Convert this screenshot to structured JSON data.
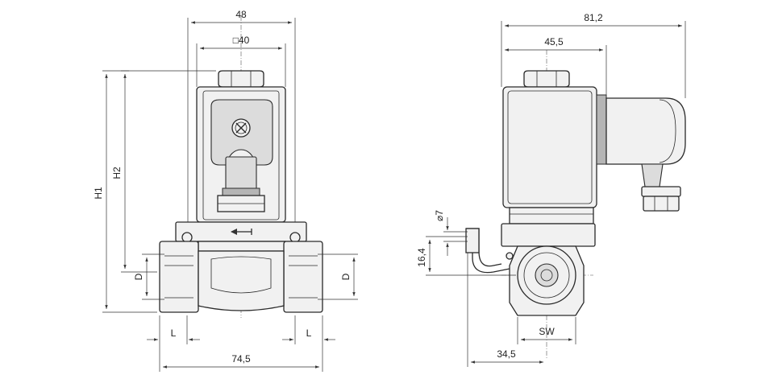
{
  "dimensions": {
    "top_width": "48",
    "coil_square": "□40",
    "height_h1": "H1",
    "height_h2": "H2",
    "port_left_d": "D",
    "port_right_d": "D",
    "thread_left_l": "L",
    "thread_right_l": "L",
    "body_length": "74,5",
    "side_total_width": "81,2",
    "side_coil_width": "45,5",
    "bracket_hole": "⌀7",
    "bracket_height": "16,4",
    "wrench_size": "SW",
    "axis_offset": "34,5"
  }
}
